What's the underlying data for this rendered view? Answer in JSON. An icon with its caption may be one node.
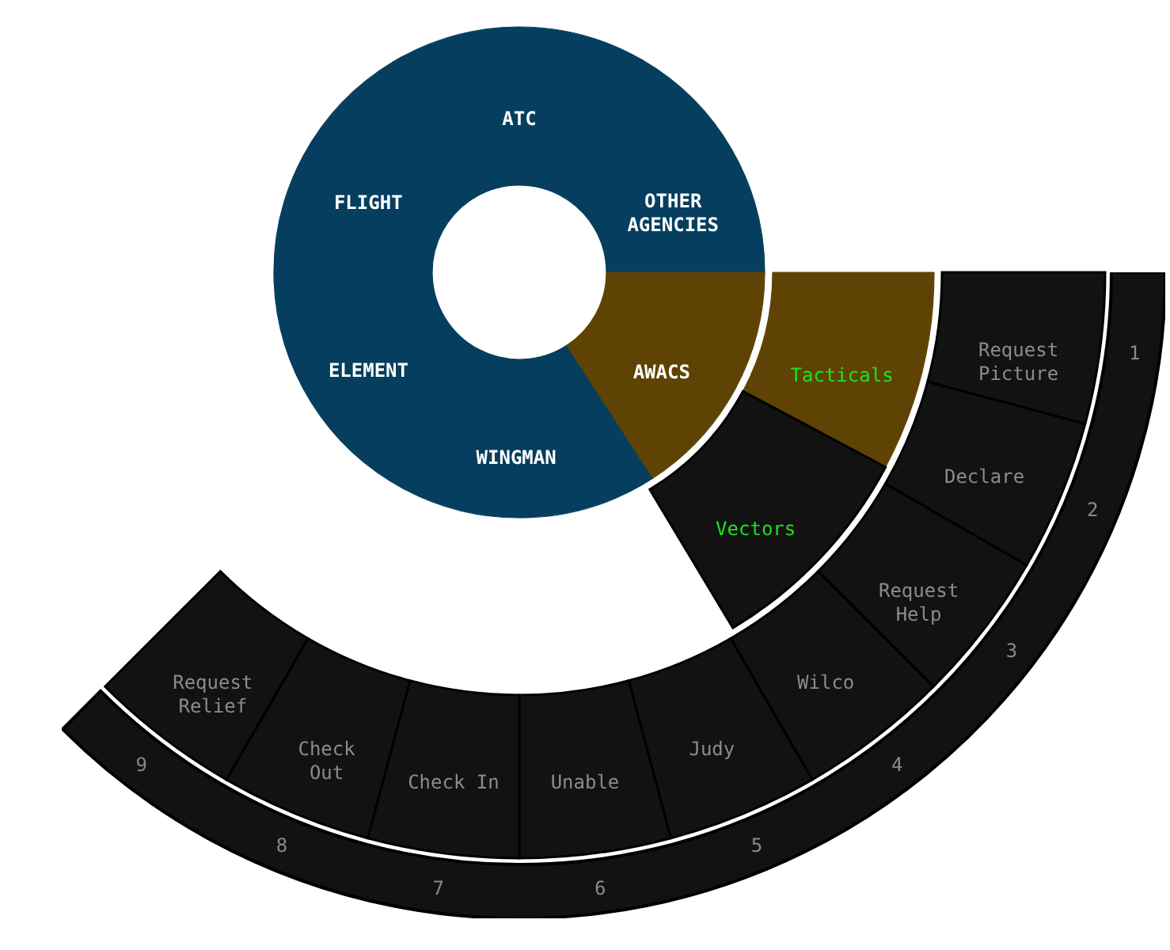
{
  "diagram": {
    "nodes": [
      {
        "text": [
          "ATC"
        ]
      },
      {
        "text": [
          "FLIGHT"
        ]
      },
      {
        "text": [
          "OTHER AGENCIES"
        ]
      },
      {
        "text": [
          "ELEMENT"
        ]
      },
      {
        "text": [
          "WINGMAN"
        ]
      },
      {
        "text": [
          "AWACS"
        ]
      },
      {
        "text": [
          "Tacticals"
        ]
      },
      {
        "text": [
          "Vectors"
        ]
      },
      {
        "text": [
          "Request Picture"
        ]
      },
      {
        "text": [
          "Declare"
        ]
      },
      {
        "text": [
          "Request Help"
        ]
      },
      {
        "text": [
          "Wilco"
        ]
      },
      {
        "text": [
          "Judy"
        ]
      },
      {
        "text": [
          "Unable"
        ]
      },
      {
        "text": [
          "Check In"
        ]
      },
      {
        "text": [
          "Check Out"
        ]
      },
      {
        "text": [
          "Request Relief"
        ]
      }
    ],
    "edges": [],
    "labels": [
      "1",
      "2",
      "3",
      "4",
      "5",
      "6",
      "7",
      "8",
      "9"
    ]
  }
}
